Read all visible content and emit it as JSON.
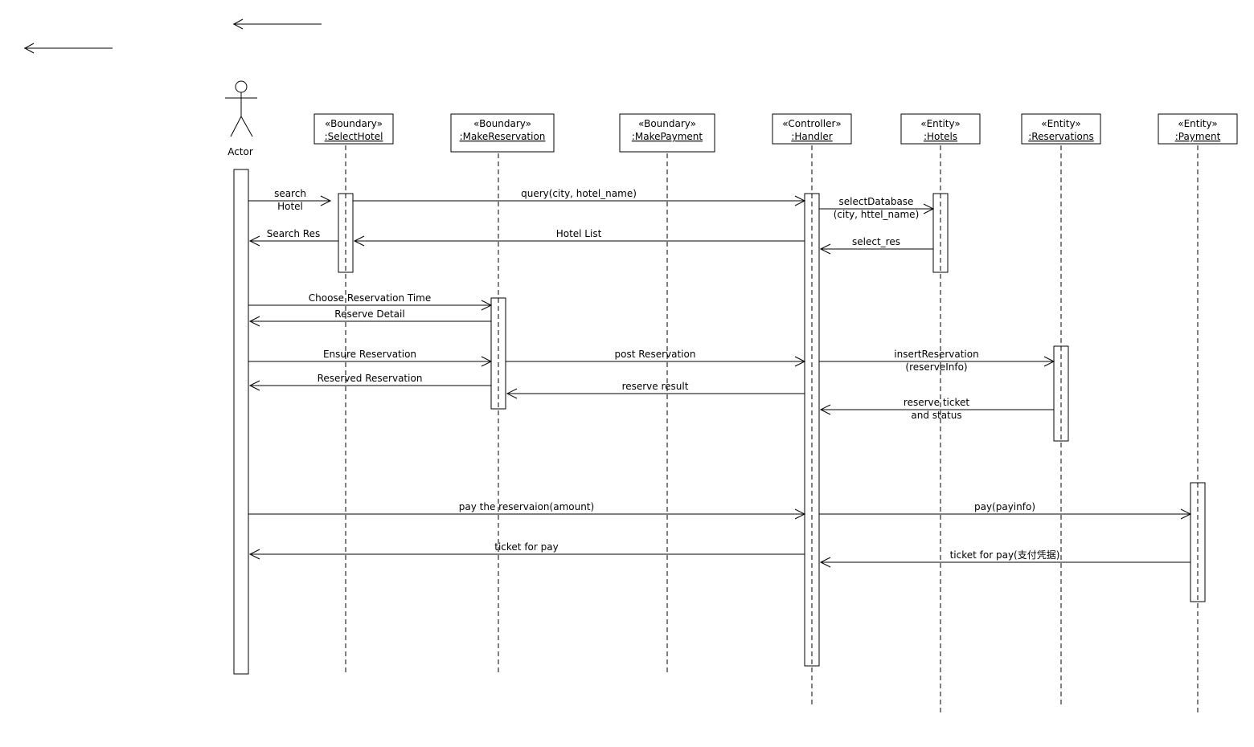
{
  "actor": {
    "label": "Actor"
  },
  "lifelines": {
    "selecthotel": {
      "stereotype": "«Boundary»",
      "name": ":SelectHotel"
    },
    "makereservation": {
      "stereotype": "«Boundary»",
      "name": ":MakeReservation"
    },
    "makepayment": {
      "stereotype": "«Boundary»",
      "name": ":MakePayment"
    },
    "handler": {
      "stereotype": "«Controller»",
      "name": ":Handler"
    },
    "hotels": {
      "stereotype": "«Entity»",
      "name": ":Hotels"
    },
    "reservations": {
      "stereotype": "«Entity»",
      "name": ":Reservations"
    },
    "payment": {
      "stereotype": "«Entity»",
      "name": ":Payment"
    }
  },
  "messages": {
    "search_hotel_1": "search",
    "search_hotel_2": "Hotel",
    "query": "query(city, hotel_name)",
    "select_db_1": "selectDatabase",
    "select_db_2": "(city, httel_name)",
    "hotel_list": "Hotel List",
    "select_res": "select_res",
    "search_res": "Search Res",
    "choose_time": "Choose Reservation Time",
    "reserve_detail": "Reserve Detail",
    "ensure_reservation": "Ensure Reservation",
    "post_reservation": "post Reservation",
    "insert_reservation_1": "insertReservation",
    "insert_reservation_2": "(reserveInfo)",
    "reserved_reservation": "Reserved Reservation",
    "reserve_result": "reserve result",
    "reserve_ticket_1": "reserve ticket",
    "reserve_ticket_2": "and status",
    "pay_reservation": "pay the reservaion(amount)",
    "pay_payinfo": "pay(payinfo)",
    "ticket_for_pay": "ticket for pay",
    "ticket_for_pay_cn": "ticket for pay(支付凭据)"
  }
}
